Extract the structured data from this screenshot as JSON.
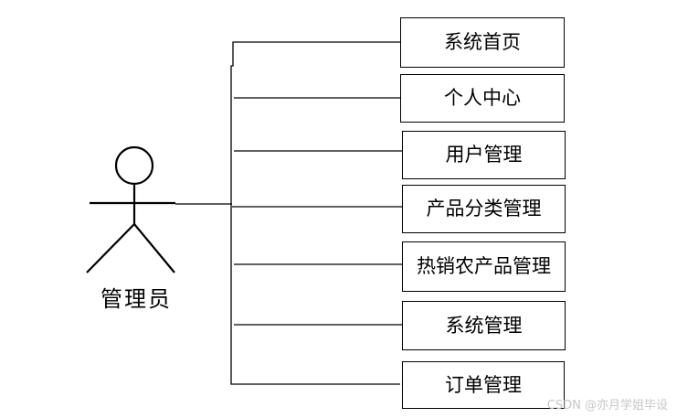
{
  "actor": {
    "label": "管理员"
  },
  "functions": [
    {
      "id": "home",
      "label": "系统首页"
    },
    {
      "id": "personal-center",
      "label": "个人中心"
    },
    {
      "id": "user-management",
      "label": "用户管理"
    },
    {
      "id": "category-management",
      "label": "产品分类管理"
    },
    {
      "id": "hot-product-management",
      "label": "热销农产品管理"
    },
    {
      "id": "system-management",
      "label": "系统管理"
    },
    {
      "id": "order-management",
      "label": "订单管理"
    }
  ],
  "watermark": "CSDN @亦月学姐毕设",
  "colors": {
    "line": "#000000",
    "box_border": "#000000",
    "background": "#ffffff",
    "watermark": "#c6c6c6"
  }
}
